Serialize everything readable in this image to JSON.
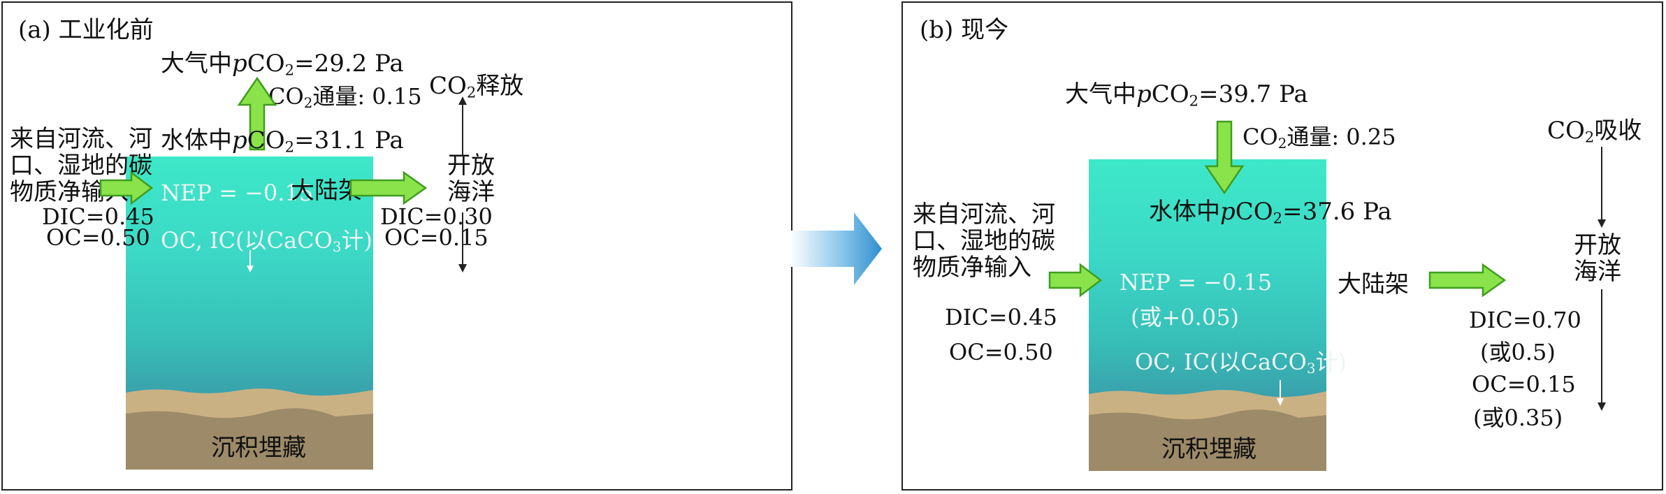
{
  "panel_a": {
    "title": "(a) 工业化前",
    "atm_pre": "大气中",
    "atm_post": "=29.2 Pa",
    "flux_pre": "CO",
    "flux_post": "通量: 0.15",
    "release_post": "释放",
    "water_pre": "水体中",
    "water_post": "=31.1 Pa",
    "input_lines": [
      "来自河流、河",
      "口、湿地的碳",
      "物质净输入"
    ],
    "dic_in": "DIC=0.45",
    "oc_in": "OC=0.50",
    "nep": "NEP = −0.15",
    "shelf": "大陆架",
    "open_ocean": [
      "开放",
      "海洋"
    ],
    "dic_out": "DIC=0.30",
    "oc_out": "OC=0.15",
    "sink_pre": "OC, IC(以CaCO",
    "sink_post": "计)",
    "burial": "沉积埋藏",
    "flux_direction": "up"
  },
  "panel_b": {
    "title": "(b) 现今",
    "atm_pre": "大气中",
    "atm_post": "=39.7 Pa",
    "flux_pre": "CO",
    "flux_post": "通量: 0.25",
    "uptake_post": "吸收",
    "water_pre": "水体中",
    "water_post": "=37.6 Pa",
    "input_lines": [
      "来自河流、河",
      "口、湿地的碳",
      "物质净输入"
    ],
    "dic_in": "DIC=0.45",
    "oc_in": "OC=0.50",
    "nep": "NEP = −0.15",
    "nep_alt": "(或+0.05)",
    "shelf": "大陆架",
    "open_ocean": [
      "开放",
      "海洋"
    ],
    "dic_out": "DIC=0.70",
    "dic_out_alt": "(或0.5)",
    "oc_out": "OC=0.15",
    "oc_out_alt": "(或0.35)",
    "sink_pre": "OC, IC(以CaCO",
    "sink_post": "计)",
    "burial": "沉积埋藏",
    "flux_direction": "down"
  },
  "labels": {
    "p": "p",
    "co": "CO",
    "two": "2",
    "three": "3"
  },
  "colors": {
    "arrow_fill": "#8ae34a",
    "arrow_stroke": "#3f9d1f",
    "center_arrow": "#2f8fd0"
  }
}
